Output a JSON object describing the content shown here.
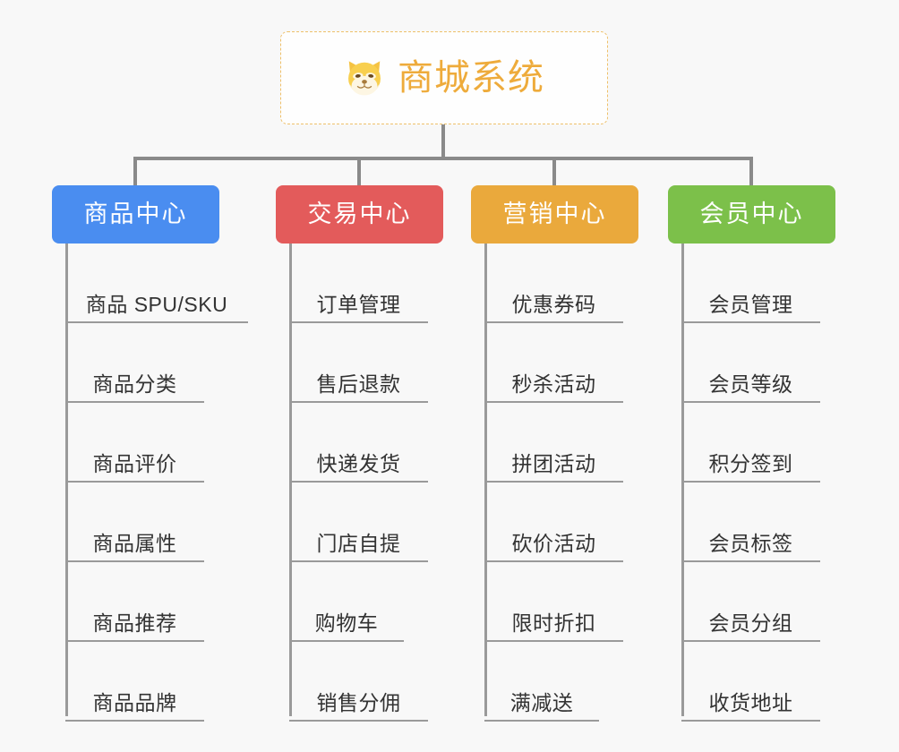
{
  "page": {
    "background_color": "#f8f8f8",
    "line_color": "#8a8a8a"
  },
  "root": {
    "title": "商城系统",
    "icon": "shiba-dog-icon",
    "text_color": "#eeab3b",
    "border_color": "#eec06a",
    "background_color": "#fefefe"
  },
  "columns": [
    {
      "header": "商品中心",
      "color": "#4a8df0",
      "items": [
        "商品 SPU/SKU",
        "商品分类",
        "商品评价",
        "商品属性",
        "商品推荐",
        "商品品牌"
      ]
    },
    {
      "header": "交易中心",
      "color": "#e35b5b",
      "items": [
        "订单管理",
        "售后退款",
        "快递发货",
        "门店自提",
        "购物车",
        "销售分佣"
      ]
    },
    {
      "header": "营销中心",
      "color": "#eaa93c",
      "items": [
        "优惠券码",
        "秒杀活动",
        "拼团活动",
        "砍价活动",
        "限时折扣",
        "满减送"
      ]
    },
    {
      "header": "会员中心",
      "color": "#7cc04a",
      "items": [
        "会员管理",
        "会员等级",
        "积分签到",
        "会员标签",
        "会员分组",
        "收货地址"
      ]
    }
  ]
}
